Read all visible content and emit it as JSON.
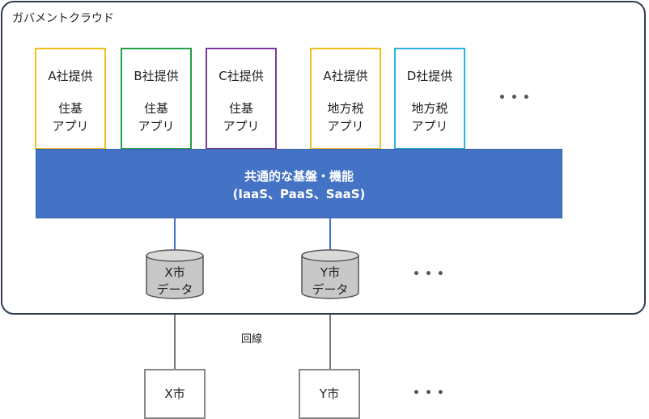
{
  "cloud": {
    "title": "ガバメントクラウド"
  },
  "apps": [
    {
      "vendor": "A社提供",
      "name": "住基\nアプリ",
      "color": "#f2c01b"
    },
    {
      "vendor": "B社提供",
      "name": "住基\nアプリ",
      "color": "#22a046"
    },
    {
      "vendor": "C社提供",
      "name": "住基\nアプリ",
      "color": "#7b38a0"
    },
    {
      "vendor": "A社提供",
      "name": "地方税\nアプリ",
      "color": "#f2c01b"
    },
    {
      "vendor": "D社提供",
      "name": "地方税\nアプリ",
      "color": "#2ab4e0"
    }
  ],
  "ellipsis": "•••",
  "platform": {
    "line1": "共通的な基盤・機能",
    "line2": "(IaaS、PaaS、SaaS)",
    "color": "#4472c4"
  },
  "databases": [
    {
      "label": "X市\nデータ"
    },
    {
      "label": "Y市\nデータ"
    }
  ],
  "network": {
    "label": "回線"
  },
  "cities": [
    {
      "label": "X市"
    },
    {
      "label": "Y市"
    }
  ]
}
